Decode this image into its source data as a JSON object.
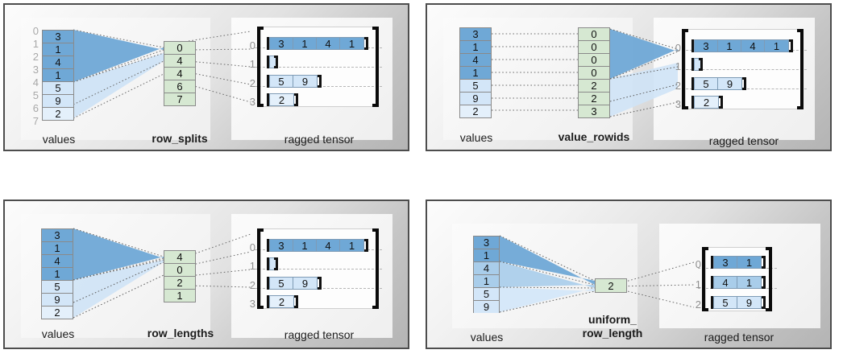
{
  "figure": {
    "title_absent": true,
    "common_labels": {
      "values": "values",
      "ragged_tensor": "ragged tensor"
    }
  },
  "panels": [
    {
      "id": "row-splits",
      "position": "top-left",
      "encoding_label": "row_splits",
      "values_label": "values",
      "ragged_label": "ragged tensor",
      "values": [
        3,
        1,
        4,
        1,
        5,
        9,
        2
      ],
      "values_shades": [
        "dark",
        "dark",
        "dark",
        "dark",
        "light",
        "light",
        "light"
      ],
      "values_index_labels": [
        "0",
        "1",
        "2",
        "3",
        "4",
        "5",
        "6",
        "7"
      ],
      "encoding_values": [
        0,
        4,
        4,
        6,
        7
      ],
      "ragged_rows": [
        {
          "index": "0",
          "cells": [
            3,
            1,
            4,
            1
          ],
          "shade": "dark"
        },
        {
          "index": "1",
          "cells": [],
          "shade": "light"
        },
        {
          "index": "2",
          "cells": [
            5,
            9
          ],
          "shade": "light"
        },
        {
          "index": "3",
          "cells": [
            2
          ],
          "shade": "xlight"
        }
      ]
    },
    {
      "id": "value-rowids",
      "position": "top-right",
      "encoding_label": "value_rowids",
      "values_label": "values",
      "ragged_label": "ragged tensor",
      "values": [
        3,
        1,
        4,
        1,
        5,
        9,
        2
      ],
      "values_shades": [
        "dark",
        "dark",
        "dark",
        "dark",
        "light",
        "light",
        "xlight"
      ],
      "values_index_labels": [],
      "encoding_values": [
        0,
        0,
        0,
        0,
        2,
        2,
        3
      ],
      "ragged_rows": [
        {
          "index": "0",
          "cells": [
            3,
            1,
            4,
            1
          ],
          "shade": "dark"
        },
        {
          "index": "1",
          "cells": [],
          "shade": "light"
        },
        {
          "index": "2",
          "cells": [
            5,
            9
          ],
          "shade": "light"
        },
        {
          "index": "3",
          "cells": [
            2
          ],
          "shade": "xlight"
        }
      ]
    },
    {
      "id": "row-lengths",
      "position": "bottom-left",
      "encoding_label": "row_lengths",
      "values_label": "values",
      "ragged_label": "ragged tensor",
      "values": [
        3,
        1,
        4,
        1,
        5,
        9,
        2
      ],
      "values_shades": [
        "dark",
        "dark",
        "dark",
        "dark",
        "light",
        "light",
        "xlight"
      ],
      "values_index_labels": [],
      "encoding_values": [
        4,
        0,
        2,
        1
      ],
      "ragged_rows": [
        {
          "index": "0",
          "cells": [
            3,
            1,
            4,
            1
          ],
          "shade": "dark"
        },
        {
          "index": "1",
          "cells": [],
          "shade": "light"
        },
        {
          "index": "2",
          "cells": [
            5,
            9
          ],
          "shade": "light"
        },
        {
          "index": "3",
          "cells": [
            2
          ],
          "shade": "xlight"
        }
      ]
    },
    {
      "id": "uniform-row-length",
      "position": "bottom-right",
      "encoding_label": "uniform_\nrow_length",
      "encoding_label_line1": "uniform_",
      "encoding_label_line2": "row_length",
      "values_label": "values",
      "ragged_label": "ragged tensor",
      "values": [
        3,
        1,
        4,
        1,
        5,
        9
      ],
      "values_shades": [
        "dark",
        "dark",
        "medium",
        "medium",
        "light",
        "light"
      ],
      "values_index_labels": [],
      "encoding_values": [
        2
      ],
      "ragged_rows": [
        {
          "index": "0",
          "cells": [
            3,
            1
          ],
          "shade": "dark"
        },
        {
          "index": "1",
          "cells": [
            4,
            1
          ],
          "shade": "medium"
        },
        {
          "index": "2",
          "cells": [
            5,
            9
          ],
          "shade": "light"
        }
      ]
    }
  ],
  "colors": {
    "blue_dark": "#6fa8d6",
    "blue_medium": "#a9cdea",
    "blue_light": "#d3e6f8",
    "blue_xlight": "#e4f0fb",
    "green": "#d6e8d2",
    "frame_border": "#4d4d4d",
    "index_gray": "#a8a8a8",
    "bracket_black": "#0a0a0a"
  }
}
